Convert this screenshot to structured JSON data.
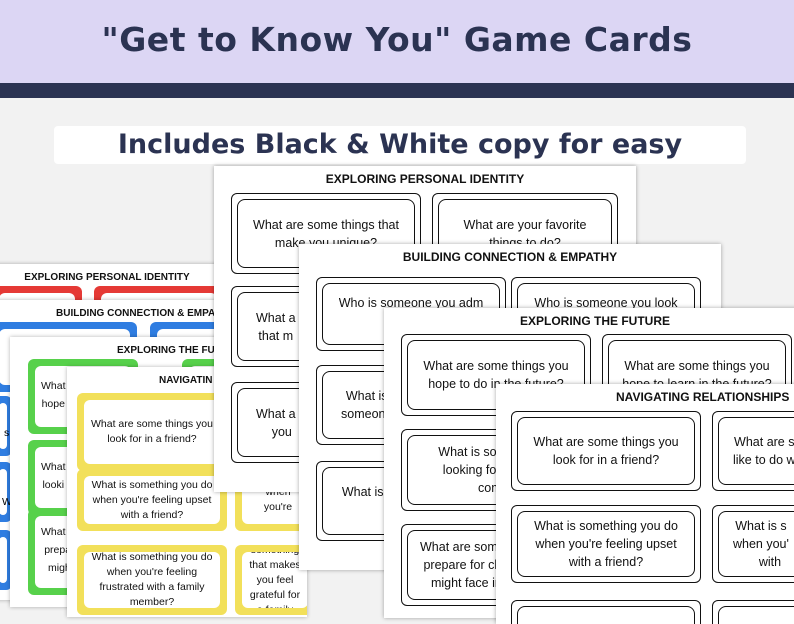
{
  "header": {
    "title": "\"Get to Know You\" Game Cards"
  },
  "subtitle": "Includes Black & White copy for easy printing",
  "colors": {
    "header_bg": "#dcd6f4",
    "header_bar": "#2b3352",
    "card_red": "#e53935",
    "card_blue": "#2f7de1",
    "card_green": "#57d14b",
    "card_yellow": "#f2e05a"
  },
  "bw_sheets": [
    {
      "title": "EXPLORING PERSONAL IDENTITY",
      "cards": [
        "What are some things that make you unique?",
        "What are your favorite things to do?",
        "What a",
        "that m",
        "What a",
        "you"
      ]
    },
    {
      "title": "BUILDING CONNECTION & EMPATHY",
      "cards": [
        "Who is someone you adm",
        "Who is someone you look",
        "What is",
        "someone",
        "What is a",
        "in"
      ]
    },
    {
      "title": "EXPLORING THE FUTURE",
      "cards": [
        "What are some things you hope to do in the future?",
        "What are some things you hope to learn in the future?",
        "What is some",
        "looking forw",
        "coming",
        "What are some",
        "prepare for ch",
        "might face in"
      ]
    },
    {
      "title": "NAVIGATING RELATIONSHIPS",
      "cards": [
        "What are some things you look for in a friend?",
        "What are s",
        "like to do w",
        "What is something you do when you're feeling upset with a friend?",
        "What is s",
        "when you'",
        "with"
      ]
    }
  ],
  "color_sheets": [
    {
      "title": "EXPLORING PERSONAL IDENTITY"
    },
    {
      "title": "BUILDING CONNECTION & EMPA"
    },
    {
      "title": "EXPLORING THE FUTU",
      "cards": [
        "What",
        "hope",
        "What",
        "looki",
        "What ar",
        "prepar",
        "migh"
      ]
    },
    {
      "title": "NAVIGATIN",
      "cards": [
        "What are some things you look for in a friend?",
        "What is something you do when you're feeling upset with a friend?",
        "when you're",
        "What is something you do when you're feeling frustrated with a family member?",
        "What is something that makes you feel grateful for a family member?"
      ]
    }
  ],
  "edge_fragments": {
    "s": "s",
    "w": "W"
  }
}
